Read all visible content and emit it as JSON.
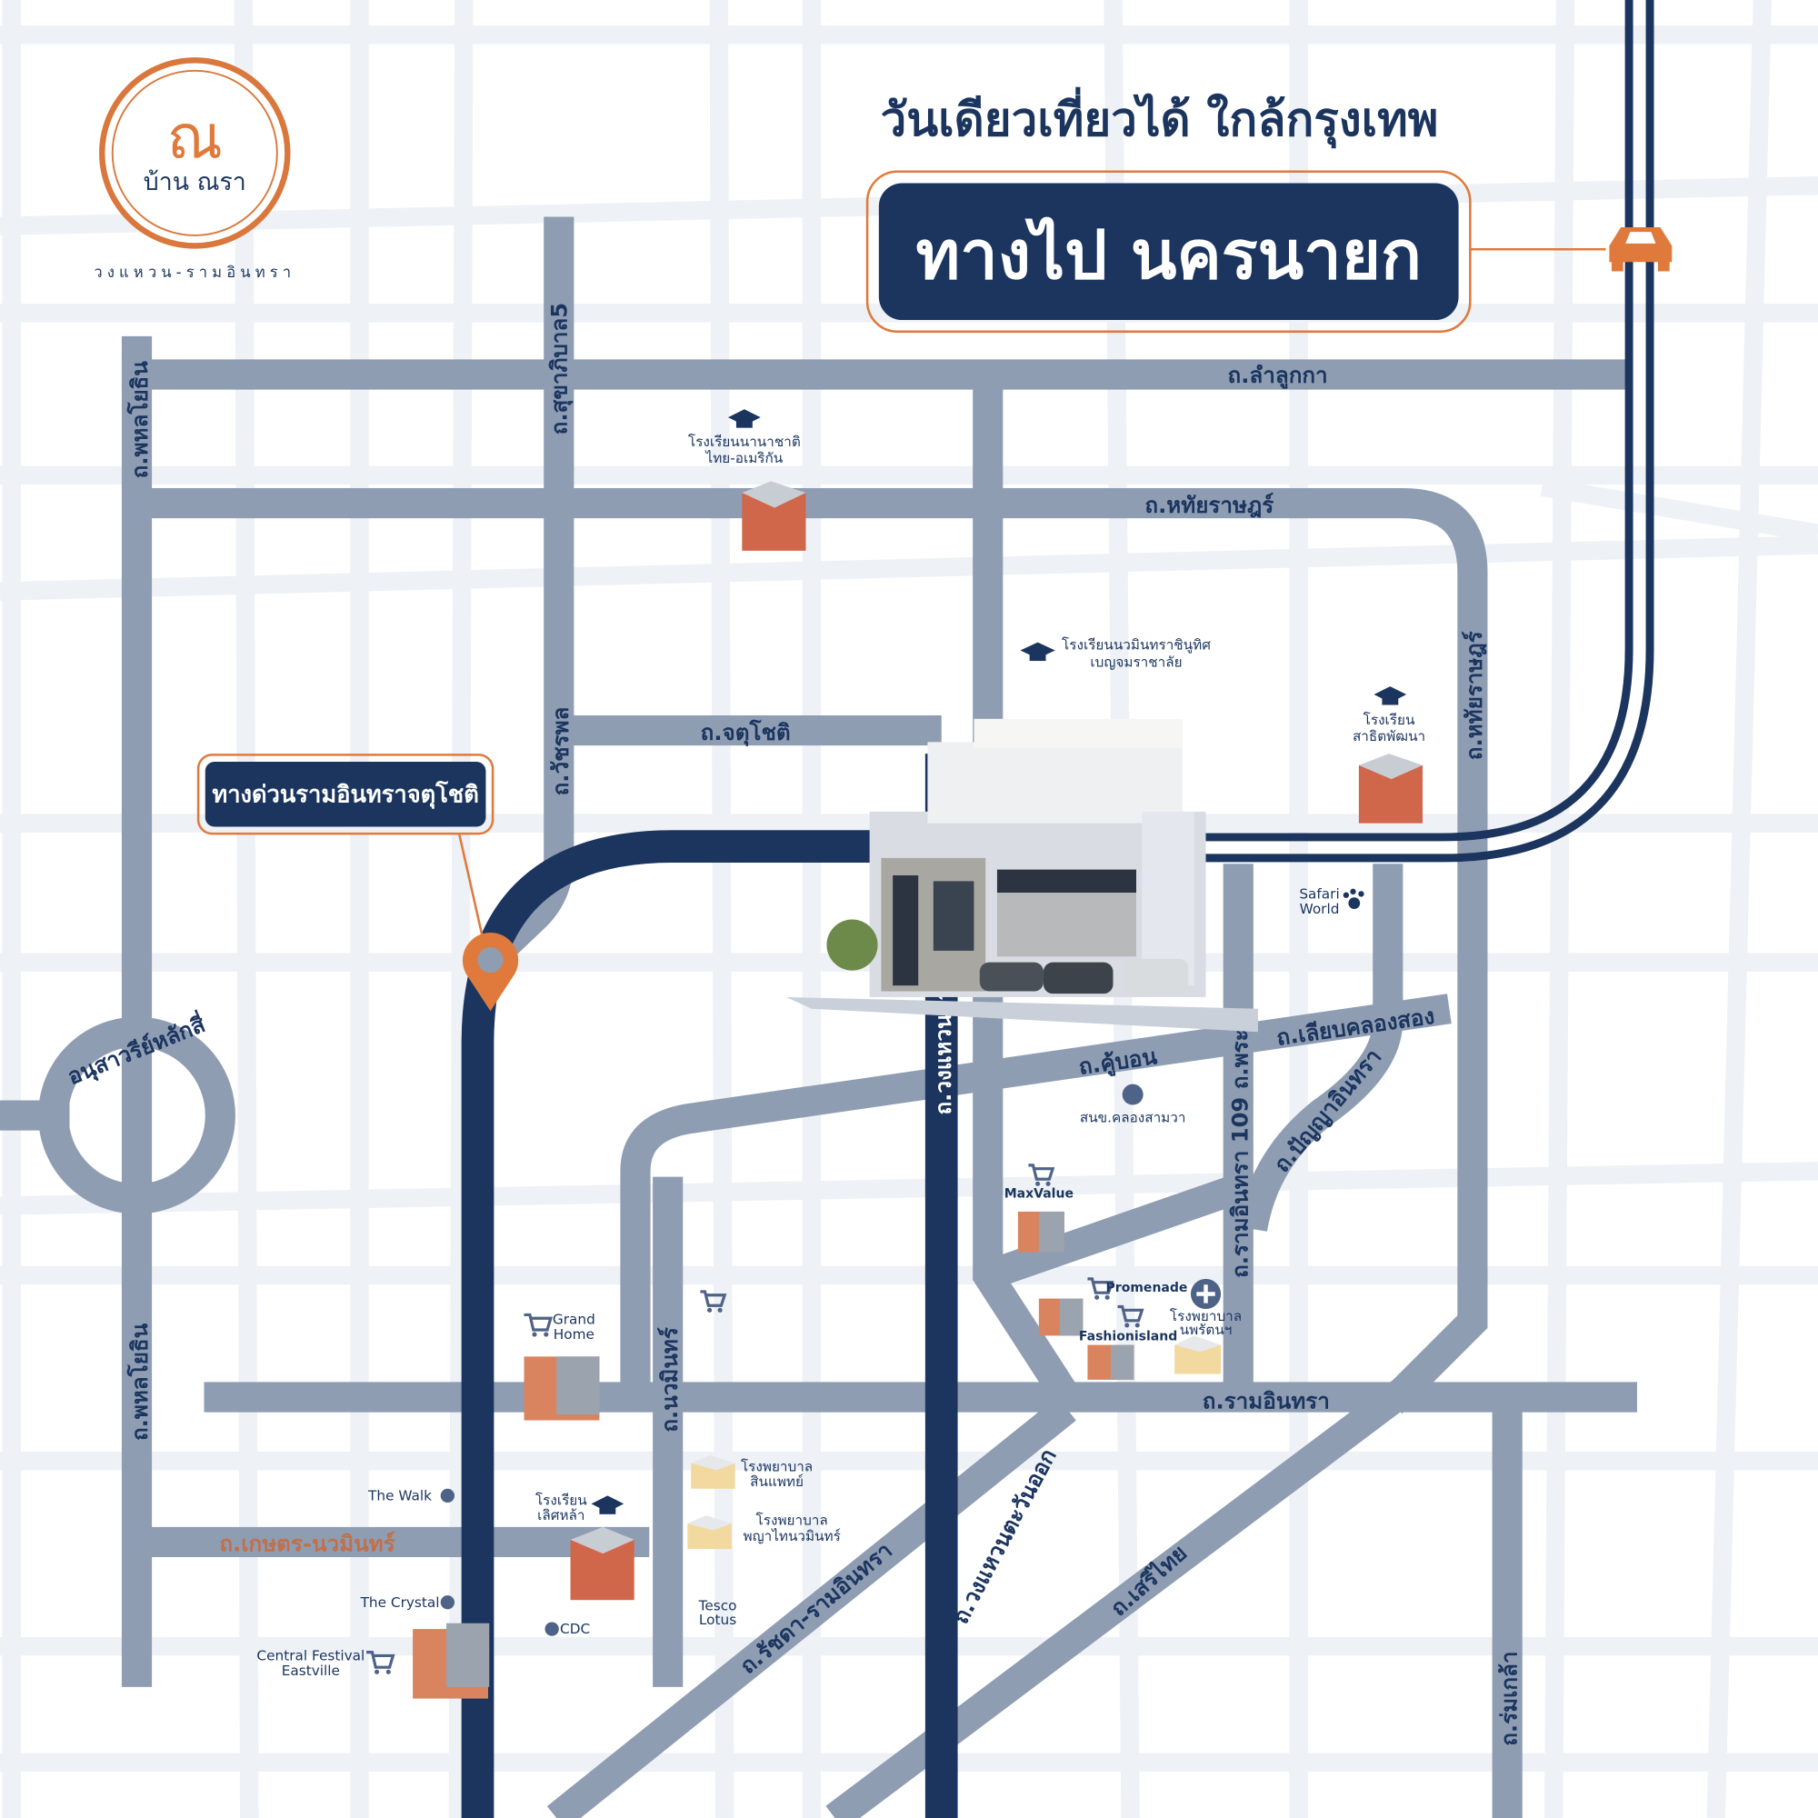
{
  "colors": {
    "navy": "#1b355f",
    "road": "#8f9db3",
    "orange": "#e07a3c",
    "grid": "#eef1f6"
  },
  "logo": {
    "monogram": "ณ",
    "name": "บ้าน ณรา",
    "tagline": "วงแหวน-รามอินทรา"
  },
  "header": {
    "subtitle": "วันเดียวเที่ยวได้ ใกล้กรุงเทพ",
    "title": "ทางไป นครนายก",
    "icon": "car-icon"
  },
  "expressway": {
    "label": "ทางด่วนรามอินทราจตุโชติ",
    "icon": "location-pin-icon"
  },
  "roads": {
    "lamlukka": "ถ.ลำลูกกา",
    "phahon_top": "ถ.พหลโยธิน",
    "phahon_bottom": "ถ.พหลโยธิน",
    "sukhaphiban5": "ถ.สุขาภิบาล5",
    "hathairat_h": "ถ.หทัยราษฎร์",
    "hathairat_v": "ถ.หทัยราษฎร์",
    "chatuchot": "ถ.จตุโชติ",
    "watcharaphon": "ถ.วัชรพล",
    "monument": "อนุสาวรีย์หลักสี่",
    "kanchanaphisek": "ถ.วงแหวนกาญจนาภิเษก",
    "khubon": "ถ.คู้บอน",
    "liapkhlongsong": "ถ.เลียบคลองสอง",
    "panyaindra": "ถ.ปัญญาอินทรา",
    "ramindra109": "ถ.รามอินทรา 109 ถ.พระ",
    "nawamin": "ถ.นวมินทร์",
    "ramindra": "ถ.รามอินทรา",
    "kaset_nawamin": "ถ.เกษตร-นวมินทร์",
    "ratchada_ramindra": "ถ.รัชดา-รามอินทรา",
    "east_ring": "ถ.วงแหวนตะวันออก",
    "serithai": "ถ.เสรีไทย",
    "romklao": "ถ.ร่มเกล้า"
  },
  "pois": {
    "thai_american_school": [
      "โรงเรียนนานาชาติ",
      "ไทย-อเมริกัน"
    ],
    "nawamindrachinuthit": [
      "โรงเรียนนวมินทราชินูทิศ",
      "เบญจมราชาลัย"
    ],
    "sarit_school": [
      "โรงเรียน",
      "สาธิตพัฒนา"
    ],
    "safari_world": [
      "Safari",
      "World"
    ],
    "khlong_sam_wa": "สนข.คลองสามวา",
    "maxvalue": "MaxValue",
    "promenade": "Promenade",
    "fashionisland": "Fashionisland",
    "nopparat_hospital": [
      "โรงพยาบาล",
      "นพรัตนฯ"
    ],
    "grand_home": [
      "Grand",
      "Home"
    ],
    "the_walk": "The Walk",
    "lertlah_school": [
      "โรงเรียน",
      "เลิศหล้า"
    ],
    "sinphaet_hospital": [
      "โรงพยาบาล",
      "สินแพทย์"
    ],
    "phyathai_hospital": [
      "โรงพยาบาล",
      "พญาไทนวมินทร์"
    ],
    "the_crystal": "The Crystal",
    "cdc": "CDC",
    "tesco": [
      "Tesco",
      "Lotus"
    ],
    "central_festival": [
      "Central Festival",
      "Eastville"
    ]
  }
}
